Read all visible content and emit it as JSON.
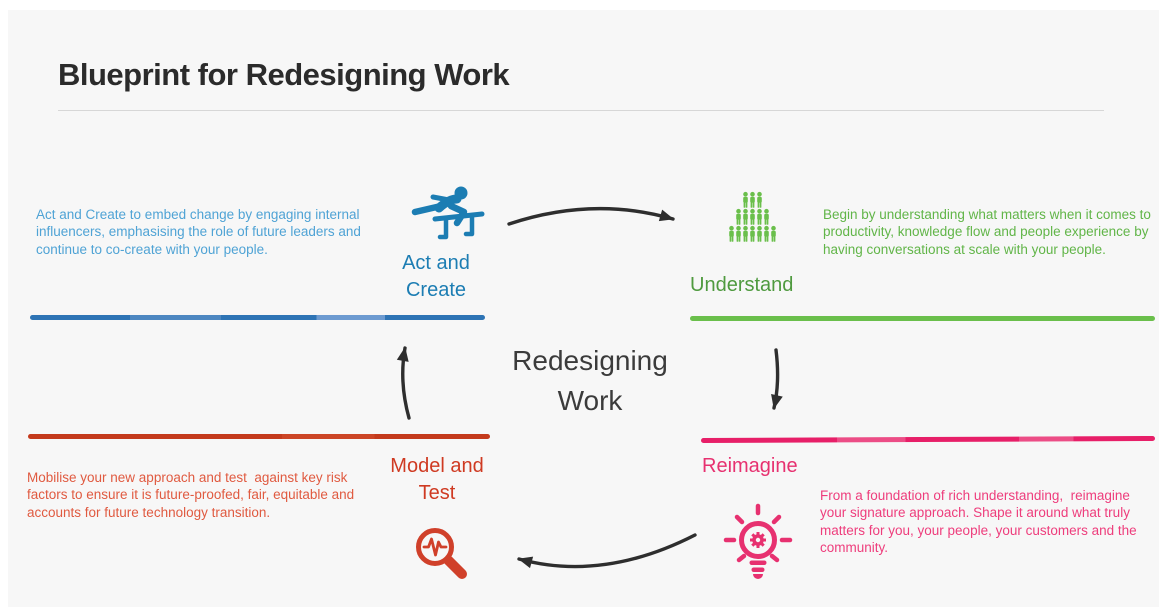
{
  "page": {
    "title": "Blueprint for Redesigning Work",
    "center_label": "Redesigning\nWork"
  },
  "colors": {
    "background": "#f7f7f7",
    "title_text": "#2b2b2b",
    "center_text": "#3b3b3b",
    "arrow": "#2e2e2e",
    "blue_accent": "#1c7db3",
    "blue_paragraph": "#4fa3d5",
    "blue_line": "#2e74b5",
    "green_accent": "#4f9a3f",
    "green_paragraph": "#61b548",
    "green_line": "#6abf4b",
    "red_accent": "#cf3a22",
    "red_paragraph": "#e05a40",
    "red_line": "#c43a1c",
    "pink_accent": "#e73170",
    "pink_paragraph": "#ee3d7c",
    "pink_line": "#e71f68"
  },
  "stages": [
    {
      "key": "act-and-create",
      "label": "Act and\nCreate",
      "description": "Act and Create to embed change by engaging internal\ninfluencers, emphasising the role of future leaders and\ncontinue to co-create with your people.",
      "accent": "#1c7db3",
      "icon": "hurdler-icon"
    },
    {
      "key": "understand",
      "label": "Understand",
      "description": "Begin by understanding what matters when it comes to\nproductivity, knowledge flow and people experience by\nhaving conversations at scale with your people.",
      "accent": "#4f9a3f",
      "icon": "people-group-icon"
    },
    {
      "key": "reimagine",
      "label": "Reimagine",
      "description": "From a foundation of rich understanding,  reimagine\nyour signature approach. Shape it around what truly\nmatters for you, your people, your customers and the\ncommunity.",
      "accent": "#e73170",
      "icon": "lightbulb-gear-icon"
    },
    {
      "key": "model-and-test",
      "label": "Model and\nTest",
      "description": "Mobilise your new approach and test  against key risk\nfactors to ensure it is future-proofed, fair, equitable and\naccounts for future technology transition.",
      "accent": "#cf3a22",
      "icon": "magnifier-pulse-icon"
    }
  ],
  "arrows": [
    {
      "key": "act-to-understand",
      "direction": "right"
    },
    {
      "key": "understand-to-reimagine",
      "direction": "down"
    },
    {
      "key": "reimagine-to-model",
      "direction": "left"
    },
    {
      "key": "model-to-act",
      "direction": "up"
    }
  ]
}
